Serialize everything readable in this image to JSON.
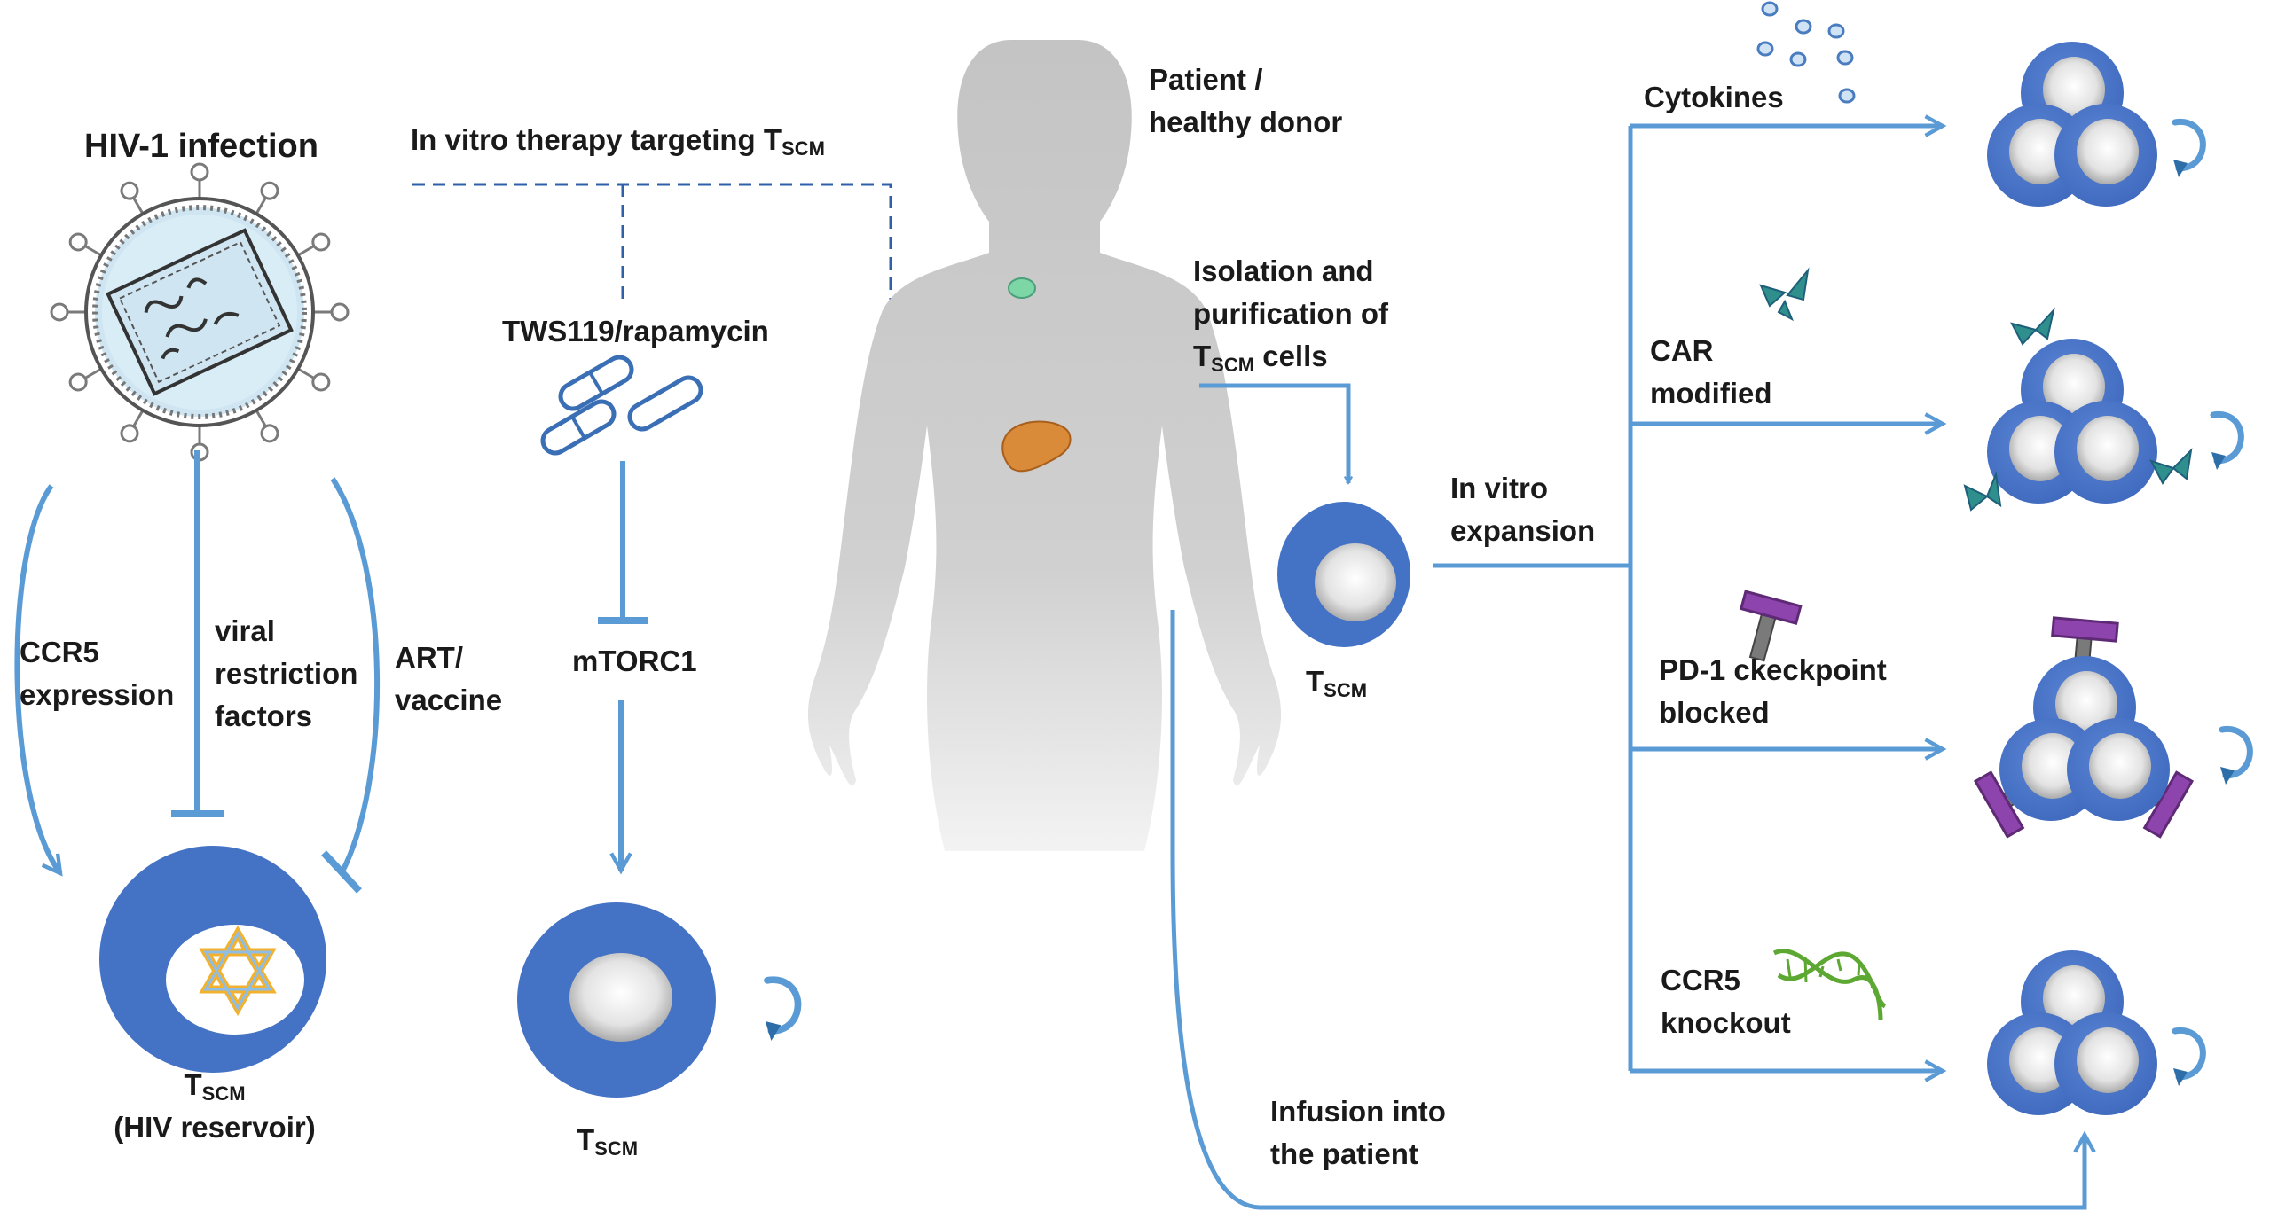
{
  "colors": {
    "arrow": "#5b9bd5",
    "cell": "#4472c4",
    "nucleus": "#e8e8e8",
    "silhouette": "#c8c8c8",
    "dashed": "#2e5fa8",
    "liver": "#d98b3a",
    "organ_green": "#7cd6a6",
    "pd1": "#8e44ad",
    "dna": "#5ca832",
    "star": "#f2b230"
  },
  "icons": [
    "hiv-virion-icon",
    "pill-icon",
    "human-silhouette-icon",
    "liver-icon",
    "cytokine-dots-icon",
    "car-receptor-icon",
    "pd1-antibody-icon",
    "dna-helix-icon",
    "self-renewal-arrow-icon",
    "star-of-david-icon"
  ],
  "labels": {
    "hiv_infection": "HIV-1 infection",
    "in_vitro_therapy": "In vitro therapy targeting T",
    "in_vitro_therapy_sub": "SCM",
    "ccr5_expression": [
      "CCR5",
      "expression"
    ],
    "viral_restriction": [
      "viral",
      "restriction",
      "factors"
    ],
    "art_vaccine": [
      "ART/",
      "vaccine"
    ],
    "tscm_reservoir_main": "T",
    "tscm_reservoir_sub": "SCM",
    "tscm_reservoir_note": "(HIV reservoir)",
    "tws119": "TWS119/rapamycin",
    "mtorc1": "mTORC1",
    "tscm_mid_main": "T",
    "tscm_mid_sub": "SCM",
    "patient": [
      "Patient /",
      "healthy donor"
    ],
    "isolation": [
      "Isolation and",
      "purification of"
    ],
    "isolation_line3_main": "T",
    "isolation_line3_sub": "SCM",
    "isolation_line3_rest": " cells",
    "tscm_isolated_main": "T",
    "tscm_isolated_sub": "SCM",
    "in_vitro_expansion": [
      "In vitro",
      "expansion"
    ],
    "cytokines": "Cytokines",
    "car_modified": [
      "CAR",
      "modified"
    ],
    "pd1_blocked": [
      "PD-1 ckeckpoint",
      "blocked"
    ],
    "ccr5_knockout": [
      "CCR5",
      "knockout"
    ],
    "infusion": [
      "Infusion into",
      "the patient"
    ]
  }
}
